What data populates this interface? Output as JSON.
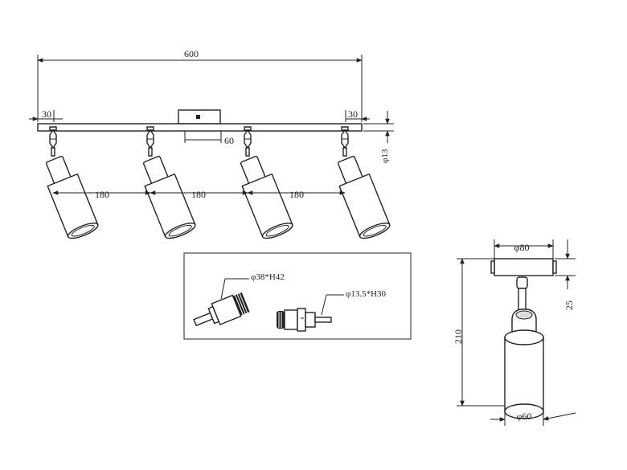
{
  "dimensions": {
    "total_length": "600",
    "end_offset_left": "30",
    "end_offset_right": "30",
    "canopy_width": "60",
    "rail_height": "φ13",
    "spacing_1": "180",
    "spacing_2": "180",
    "spacing_3": "180",
    "canopy_diameter": "φ80",
    "stem_height": "25",
    "overall_height": "210",
    "shade_diameter": "φ60"
  },
  "detail_box": {
    "connector_large": "φ38*H42",
    "connector_small": "φ13.5*H30"
  },
  "colors": {
    "line": "#222222",
    "background": "#ffffff"
  }
}
